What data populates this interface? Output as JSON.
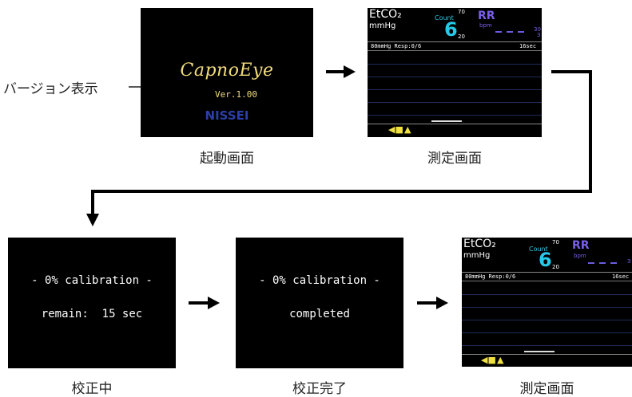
{
  "screens": {
    "startup": {
      "logo": "CapnoEye",
      "version": "Ver.1.00",
      "brand": "NISSEI",
      "caption": "起動画面"
    },
    "measurement": {
      "param": "EtCO₂",
      "unit": "mmHg",
      "count_label": "Count",
      "count_value": "6",
      "scale_top": "70",
      "scale_bottom": "20",
      "rr_label": "RR",
      "rr_unit": "bpm",
      "rr_side_top": "30",
      "rr_side_bottom": "3",
      "info_left": "80mmHg Resp:0/6",
      "info_right": "16sec",
      "caption": "測定画面"
    },
    "calibrating": {
      "line1": "- 0% calibration -",
      "line2": "remain:  15 sec",
      "caption": "校正中"
    },
    "calibrated": {
      "line1": "- 0% calibration -",
      "line2": "completed",
      "caption": "校正完了"
    },
    "measurement2": {
      "param": "EtCO₂",
      "unit": "mmHg",
      "count_label": "Count",
      "count_value": "6",
      "scale_top": "70",
      "scale_bottom": "20",
      "rr_label": "RR",
      "rr_unit": "bpm",
      "rr_side_top": "3",
      "info_left": "80mmHg Resp:0/6",
      "info_right": "16sec",
      "caption": "測定画面"
    }
  },
  "annotation": {
    "version_display": "バージョン表示"
  },
  "icons": {
    "power": "plug-icon",
    "alarm": "alarm-bell-icon"
  },
  "colors": {
    "logo": "#f2dc7c",
    "brand": "#2c3fa8",
    "count": "#28c8e8",
    "rr": "#7a5fe8"
  }
}
